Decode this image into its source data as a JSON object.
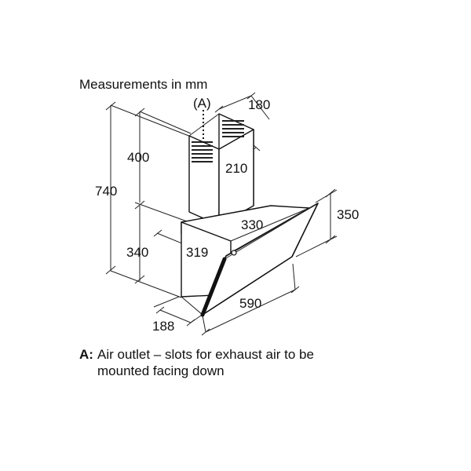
{
  "title": "Measurements in mm",
  "outlet_marker": "(A)",
  "dimensions": {
    "total_height": "740",
    "chimney_height": "400",
    "body_height": "340",
    "chimney_width": "180",
    "chimney_depth": "210",
    "glass_height": "350",
    "body_width": "330",
    "body_depth": "319",
    "width": "590",
    "bottom_depth": "188"
  },
  "legend": {
    "key": "A:",
    "line1": "Air outlet – slots for exhaust air to be",
    "line2": "mounted facing down"
  }
}
